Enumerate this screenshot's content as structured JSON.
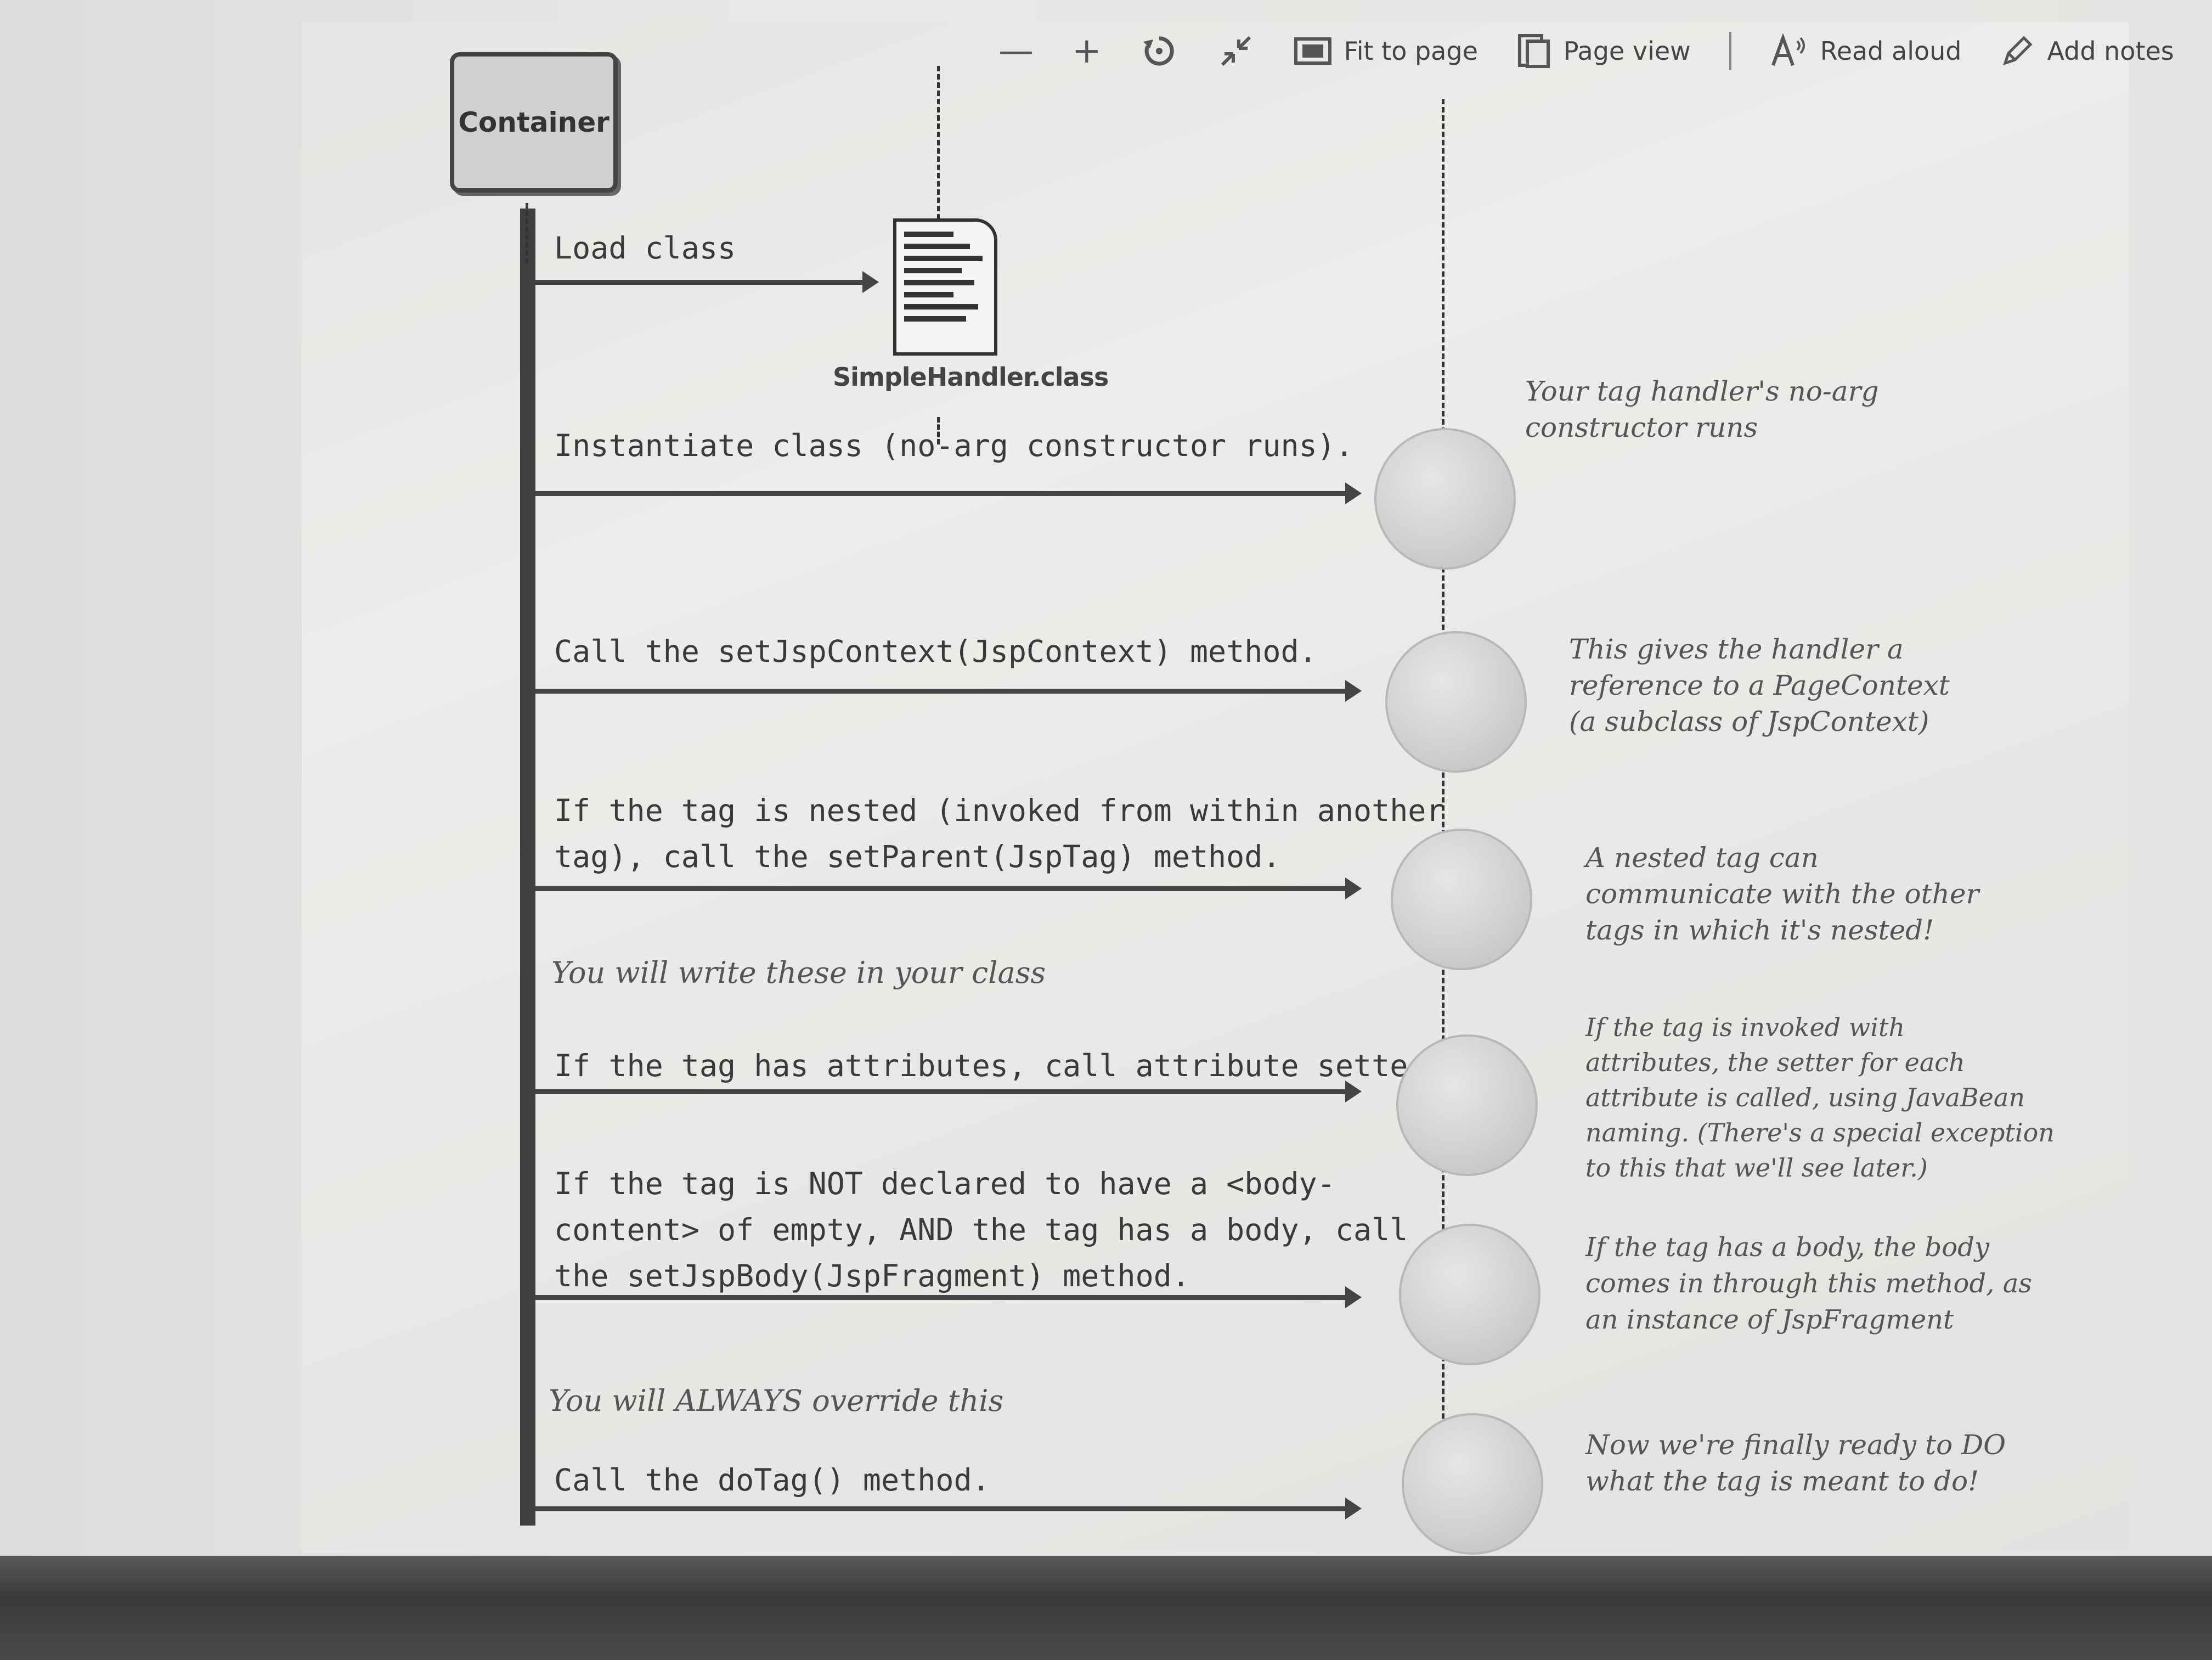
{
  "toolbar": {
    "zoom_out": "—",
    "zoom_in": "+",
    "fit_to_page": "Fit to page",
    "page_view": "Page view",
    "read_aloud": "Read aloud",
    "add_notes": "Add notes"
  },
  "diagram": {
    "container_label": "Container",
    "file_label": "SimpleHandler.class",
    "steps": [
      {
        "lines": [
          "Load class"
        ]
      },
      {
        "lines": [
          "Instantiate class (no-arg constructor runs)."
        ]
      },
      {
        "lines": [
          "Call the setJspContext(JspContext) method."
        ]
      },
      {
        "lines": [
          "If the tag is nested (invoked from within another",
          "tag), call the setParent(JspTag) method."
        ]
      },
      {
        "lines": [
          "If the tag has attributes, call attribute setters."
        ]
      },
      {
        "lines": [
          "If the tag is NOT declared to have a <body-",
          "content> of empty, AND the tag has a body, call",
          "the setJspBody(JspFragment) method."
        ]
      },
      {
        "lines": [
          "Call the doTag() method."
        ]
      }
    ],
    "section_notes": [
      "You will write these in your class",
      "You will ALWAYS override this"
    ],
    "annotations": [
      [
        "Your tag handler's no-arg",
        "constructor runs"
      ],
      [
        "This gives the handler a",
        "reference to a PageContext",
        "(a subclass of JspContext)"
      ],
      [
        "A nested tag can",
        "communicate with the other",
        "tags in which it's nested!"
      ],
      [
        "If the tag is invoked with",
        "attributes, the setter for each",
        "attribute is called, using JavaBean",
        "naming. (There's a special exception",
        "to this that we'll see later.)"
      ],
      [
        "If the tag has a body, the body",
        "comes in through this method, as",
        "an instance of JspFragment"
      ],
      [
        "Now we're finally ready to DO",
        "what the tag is meant to do!"
      ]
    ]
  }
}
